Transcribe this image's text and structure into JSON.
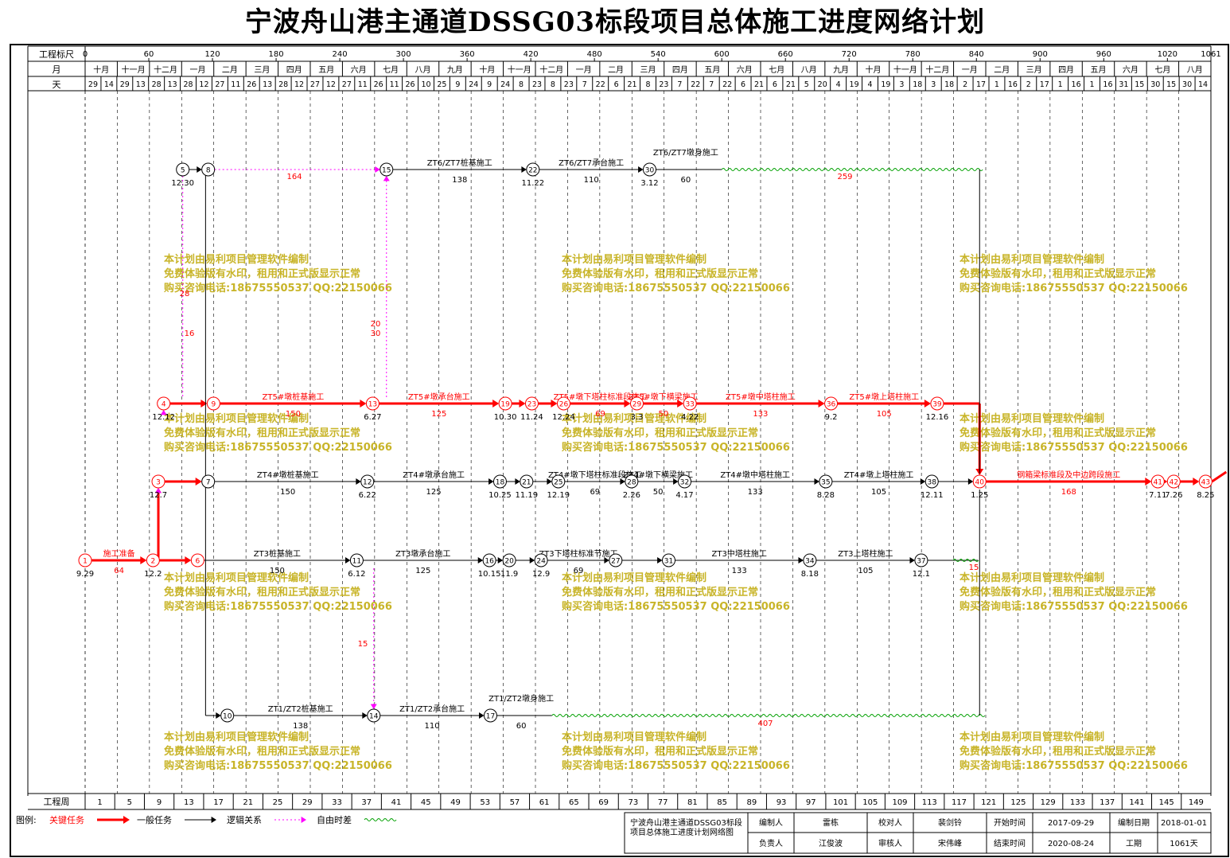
{
  "title": "宁波舟山港主通道DSSG03标段项目总体施工进度网络计划",
  "scale": {
    "row_labels": [
      "工程标尺",
      "月",
      "天"
    ],
    "ruler_ticks": [
      "0",
      "60",
      "120",
      "180",
      "240",
      "300",
      "360",
      "420",
      "480",
      "540",
      "600",
      "660",
      "720",
      "780",
      "840",
      "900",
      "960",
      "1020",
      "1061"
    ],
    "months": [
      "十月",
      "十一月",
      "十二月",
      "一月",
      "二月",
      "三月",
      "四月",
      "五月",
      "六月",
      "七月",
      "八月",
      "九月",
      "十月",
      "十一月",
      "十二月",
      "一月",
      "二月",
      "三月",
      "四月",
      "五月",
      "六月",
      "七月",
      "八月",
      "九月",
      "十月",
      "十一月",
      "十二月",
      "一月",
      "二月",
      "三月",
      "四月",
      "五月",
      "六月",
      "七月",
      "八月"
    ],
    "days": [
      "29",
      "14",
      "29",
      "13",
      "28",
      "13",
      "28",
      "12",
      "27",
      "11",
      "26",
      "13",
      "28",
      "12",
      "27",
      "12",
      "27",
      "11",
      "26",
      "11",
      "26",
      "10",
      "25",
      "9",
      "24",
      "9",
      "24",
      "8",
      "23",
      "8",
      "23",
      "7",
      "22",
      "6",
      "21",
      "8",
      "23",
      "7",
      "22",
      "7",
      "22",
      "6",
      "21",
      "6",
      "21",
      "5",
      "20",
      "4",
      "19",
      "4",
      "19",
      "3",
      "18",
      "3",
      "18",
      "2",
      "17",
      "1",
      "16",
      "2",
      "17",
      "1",
      "16",
      "1",
      "16",
      "31",
      "15",
      "30",
      "15",
      "30",
      "14"
    ]
  },
  "week_row": {
    "label": "工程周",
    "values": [
      "1",
      "5",
      "9",
      "13",
      "17",
      "21",
      "25",
      "29",
      "33",
      "37",
      "41",
      "45",
      "49",
      "53",
      "57",
      "61",
      "65",
      "69",
      "73",
      "77",
      "81",
      "85",
      "89",
      "93",
      "97",
      "101",
      "105",
      "109",
      "113",
      "117",
      "121",
      "125",
      "129",
      "133",
      "137",
      "141",
      "145",
      "149"
    ]
  },
  "watermark": {
    "line1": "本计划由易利项目管理软件编制",
    "line2": "免费体验版有水印，租用和正式版显示正常",
    "line3": "购买咨询电话:18675550537 QQ:22150066"
  },
  "nodes": [
    {
      "id": "1"
    },
    {
      "id": "2"
    },
    {
      "id": "3"
    },
    {
      "id": "4"
    },
    {
      "id": "5"
    },
    {
      "id": "6"
    },
    {
      "id": "7"
    },
    {
      "id": "8"
    },
    {
      "id": "9"
    },
    {
      "id": "10"
    },
    {
      "id": "11"
    },
    {
      "id": "12"
    },
    {
      "id": "13"
    },
    {
      "id": "14"
    },
    {
      "id": "15"
    },
    {
      "id": "16"
    },
    {
      "id": "17"
    },
    {
      "id": "18"
    },
    {
      "id": "19"
    },
    {
      "id": "20"
    },
    {
      "id": "21"
    },
    {
      "id": "22"
    },
    {
      "id": "23"
    },
    {
      "id": "24"
    },
    {
      "id": "25"
    },
    {
      "id": "26"
    },
    {
      "id": "27"
    },
    {
      "id": "28"
    },
    {
      "id": "29"
    },
    {
      "id": "30"
    },
    {
      "id": "31"
    },
    {
      "id": "32"
    },
    {
      "id": "33"
    },
    {
      "id": "34"
    },
    {
      "id": "35"
    },
    {
      "id": "36"
    },
    {
      "id": "37"
    },
    {
      "id": "38"
    },
    {
      "id": "39"
    },
    {
      "id": "40"
    },
    {
      "id": "41"
    },
    {
      "id": "42"
    },
    {
      "id": "43"
    }
  ],
  "tasks": [
    {
      "name": "施工准备",
      "dur": "64",
      "critical": true
    },
    {
      "name": "ZT5#墩桩基施工",
      "dur": "150",
      "critical": true
    },
    {
      "name": "ZT5#墩承台施工",
      "dur": "125",
      "critical": true
    },
    {
      "name": "ZT5#墩下塔柱标准段施工",
      "dur": "69",
      "critical": true
    },
    {
      "name": "ZT5#墩下横梁施工",
      "dur": "50",
      "critical": true
    },
    {
      "name": "ZT5#墩中塔柱施工",
      "dur": "133",
      "critical": true
    },
    {
      "name": "ZT5#墩上塔柱施工",
      "dur": "105",
      "critical": true
    },
    {
      "name": "钢箱梁标准段及中边跨段施工",
      "dur": "168",
      "critical": true
    },
    {
      "name": "ZT4#墩桩基施工",
      "dur": "150",
      "critical": false
    },
    {
      "name": "ZT4#墩承台施工",
      "dur": "125",
      "critical": false
    },
    {
      "name": "ZT4#墩下塔柱标准段施工",
      "dur": "69",
      "critical": false
    },
    {
      "name": "ZT4#墩下横梁施工",
      "dur": "50",
      "critical": false
    },
    {
      "name": "ZT4#墩中塔柱施工",
      "dur": "133",
      "critical": false
    },
    {
      "name": "ZT4#墩上塔柱施工",
      "dur": "105",
      "critical": false
    },
    {
      "name": "ZT3桩基施工",
      "dur": "150",
      "critical": false
    },
    {
      "name": "ZT3墩承台施工",
      "dur": "125",
      "critical": false
    },
    {
      "name": "ZT3下塔柱标准节施工",
      "dur": "69",
      "critical": false
    },
    {
      "name": "ZT3中塔柱施工",
      "dur": "133",
      "critical": false
    },
    {
      "name": "ZT3上塔柱施工",
      "dur": "105",
      "critical": false
    },
    {
      "name": "ZT6/ZT7桩基施工",
      "dur": "138",
      "critical": false
    },
    {
      "name": "ZT6/ZT7承台施工",
      "dur": "110",
      "critical": false
    },
    {
      "name": "ZT6/ZT7墩身施工",
      "dur": "60",
      "critical": false
    },
    {
      "name": "ZT1/ZT2桩基施工",
      "dur": "138",
      "critical": false
    },
    {
      "name": "ZT1/ZT2承台施工",
      "dur": "110",
      "critical": false
    },
    {
      "name": "ZT1/ZT2墩身施工",
      "dur": "60",
      "critical": false
    }
  ],
  "float_labels": [
    "164",
    "259",
    "407",
    "15",
    "30",
    "16",
    "28",
    "20",
    "15"
  ],
  "dates": [
    "9.29",
    "12.2",
    "12.7",
    "12.12",
    "12.30",
    "6.12",
    "6.22",
    "6.27",
    "10.15",
    "10.25",
    "10.30",
    "11.9",
    "11.19",
    "11.24",
    "12.9",
    "12.19",
    "12.24",
    "2.26",
    "3.3",
    "4.17",
    "4.22",
    "8.18",
    "8.28",
    "9.2",
    "12.1",
    "12.11",
    "12.16",
    "1.25",
    "7.11",
    "7.26",
    "8.25",
    "11.22",
    "3.12"
  ],
  "legend": {
    "label": "图例:",
    "critical": "关键任务",
    "normal": "一般任务",
    "logic": "逻辑关系",
    "free_float": "自由时差"
  },
  "info": {
    "project": "宁波舟山港主通道DSSG03标段项目总体施工进度计划网络图",
    "compiler_label": "编制人",
    "compiler": "雷栋",
    "checker_label": "校对人",
    "checker": "裴剑铃",
    "start_label": "开始时间",
    "start": "2017-09-29",
    "date_label": "编制日期",
    "date": "2018-01-01",
    "manager_label": "负责人",
    "manager": "江俊波",
    "reviewer_label": "审核人",
    "reviewer": "宋伟峰",
    "end_label": "结束时间",
    "end": "2020-08-24",
    "duration_label": "工期",
    "duration": "1061天"
  },
  "colors": {
    "critical": "#ff0000",
    "normal": "#000000",
    "float": "#00a000",
    "logic_float": "#ff00ff",
    "watermark": "#c8b428",
    "ink": "#000000"
  }
}
